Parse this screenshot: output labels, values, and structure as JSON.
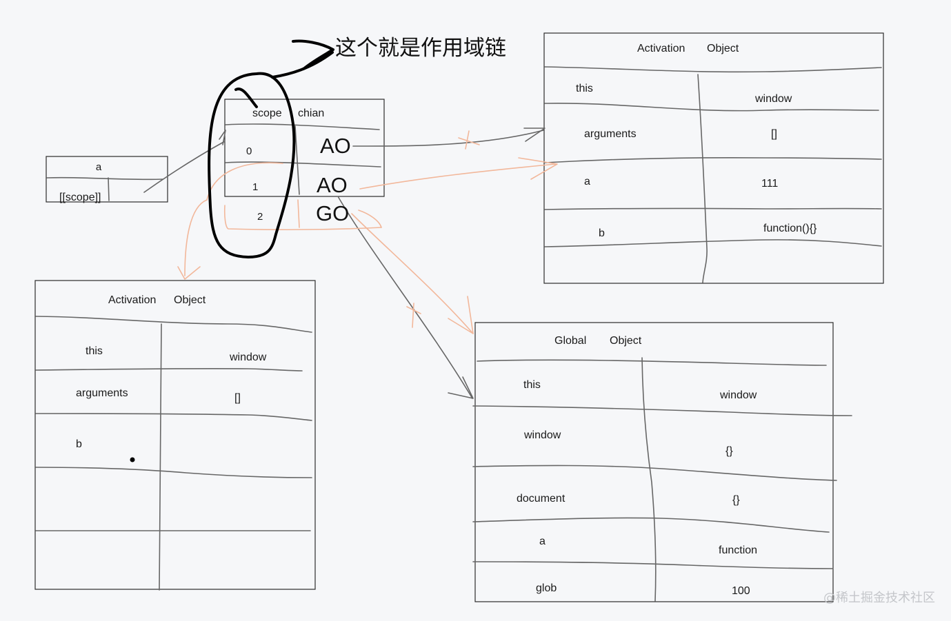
{
  "annotation": "这个就是作用域链",
  "func_box": {
    "name": "a",
    "scope_label": "[[scope]]"
  },
  "scope_chain": {
    "header": [
      "scope",
      "chian"
    ],
    "rows": [
      {
        "index": "0",
        "ref": "AO"
      },
      {
        "index": "1",
        "ref": "AO"
      },
      {
        "index": "2",
        "ref": "GO"
      }
    ]
  },
  "ao_top": {
    "title": [
      "Activation",
      "Object"
    ],
    "rows": [
      {
        "key": "this",
        "value": "window"
      },
      {
        "key": "arguments",
        "value": "[]"
      },
      {
        "key": "a",
        "value": "111"
      },
      {
        "key": "b",
        "value": "function(){}"
      }
    ]
  },
  "ao_left": {
    "title": [
      "Activation",
      "Object"
    ],
    "rows": [
      {
        "key": "this",
        "value": "window"
      },
      {
        "key": "arguments",
        "value": "[]"
      },
      {
        "key": "b",
        "value": ""
      }
    ]
  },
  "go": {
    "title": [
      "Global",
      "Object"
    ],
    "rows": [
      {
        "key": "this",
        "value": "window"
      },
      {
        "key": "window",
        "value": "{}"
      },
      {
        "key": "document",
        "value": "{}"
      },
      {
        "key": "a",
        "value": "function"
      },
      {
        "key": "glob",
        "value": "100"
      }
    ]
  },
  "watermark": "@稀土掘金技术社区"
}
